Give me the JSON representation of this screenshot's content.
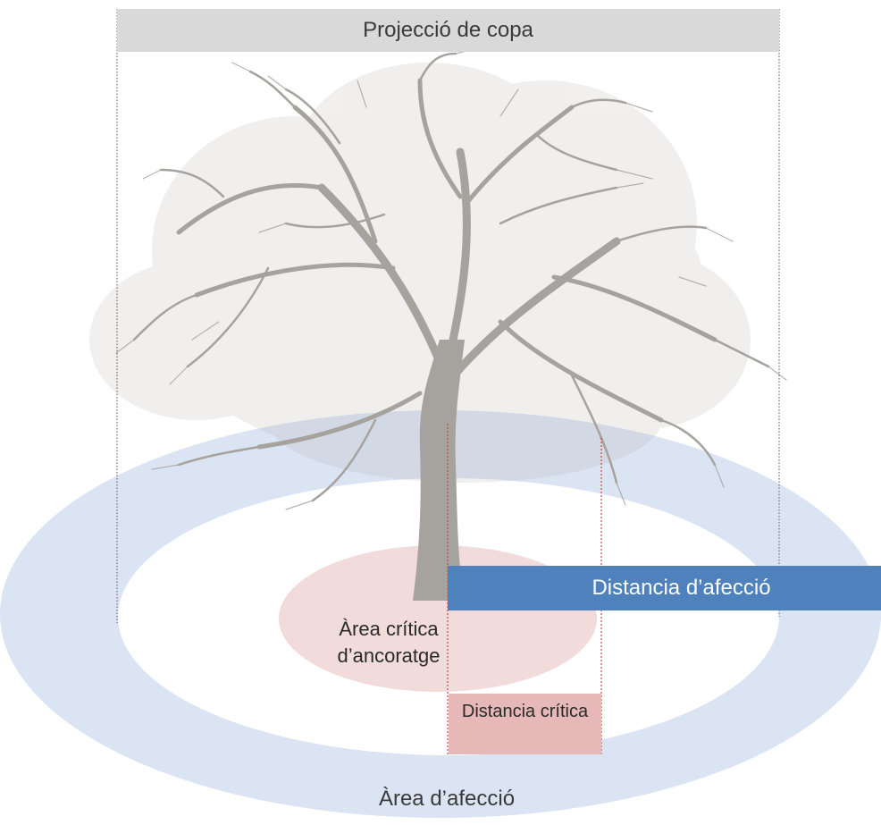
{
  "labels": {
    "crown_projection": "Projecció de copa",
    "affect_distance": "Distancia d’afecció",
    "critical_anchor_area": "Àrea crítica d’ancoratge",
    "critical_distance": "Distancia crítica",
    "affect_area": "Àrea d’afecció"
  },
  "colors": {
    "affect_ring": "#dbe4f3",
    "critical_area": "#f2dcdb",
    "affect_bar": "#4f81bd",
    "critical_box": "#e6b8b7",
    "crown_bar": "#d9d9d9",
    "tree": "#a6a29d",
    "guide_gray": "#555555",
    "guide_red": "#c0504d"
  }
}
